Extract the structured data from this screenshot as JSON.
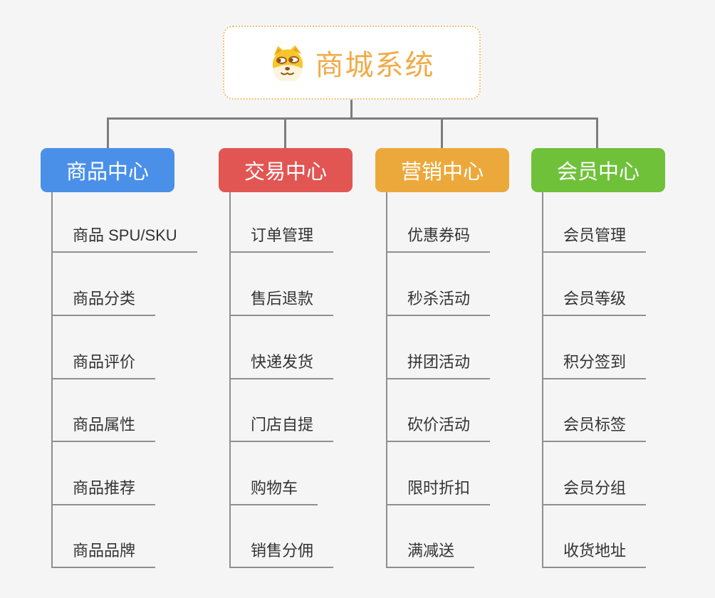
{
  "root": {
    "title": "商城系统",
    "icon": "doge-face"
  },
  "branches": [
    {
      "label": "商品中心",
      "color": "#4a90e8",
      "items": [
        "商品 SPU/SKU",
        "商品分类",
        "商品评价",
        "商品属性",
        "商品推荐",
        "商品品牌"
      ]
    },
    {
      "label": "交易中心",
      "color": "#e15652",
      "items": [
        "订单管理",
        "售后退款",
        "快递发货",
        "门店自提",
        "购物车",
        "销售分佣"
      ]
    },
    {
      "label": "营销中心",
      "color": "#eca93b",
      "items": [
        "优惠券码",
        "秒杀活动",
        "拼团活动",
        "砍价活动",
        "限时折扣",
        "满减送"
      ]
    },
    {
      "label": "会员中心",
      "color": "#6fc13a",
      "items": [
        "会员管理",
        "会员等级",
        "积分签到",
        "会员标签",
        "会员分组",
        "收货地址"
      ]
    }
  ],
  "colors": {
    "background": "#f5f5f5",
    "connector": "#7d7d7d",
    "underline": "#8f8f8f",
    "root_title": "#f0ab49",
    "root_border": "#f2c178",
    "leaf_text": "#333333"
  }
}
